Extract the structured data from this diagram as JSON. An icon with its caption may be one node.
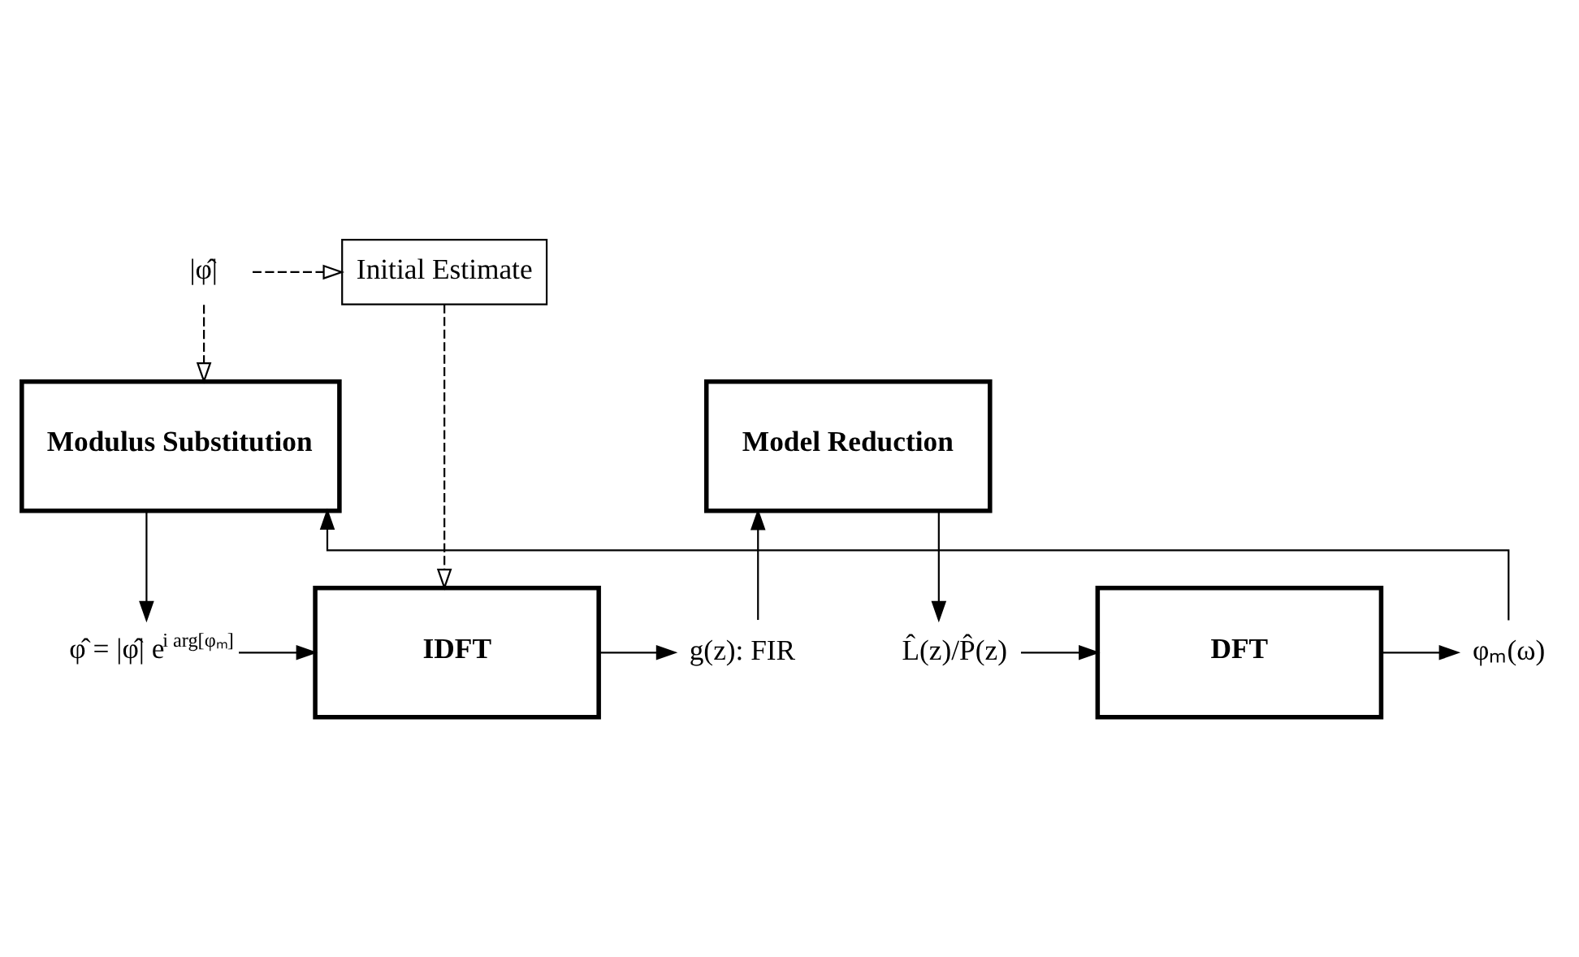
{
  "diagram": {
    "nodes": [
      {
        "text": [
          "|φ̂|"
        ]
      },
      {
        "text": [
          "Initial Estimate"
        ]
      },
      {
        "text": [
          "IDFT"
        ]
      },
      {
        "text": [
          "φ̂ = |φ̂| e$^{i arg[φₘ]}$"
        ]
      },
      {
        "text": [
          "g(z): FIR"
        ]
      },
      {
        "text": [
          "Modulus Substitution"
        ]
      },
      {
        "text": [
          "Model Reduction"
        ]
      },
      {
        "text": [
          "φₘ(ω)"
        ]
      },
      {
        "text": [
          "DFT"
        ]
      },
      {
        "text": [
          "L̂(z)/P̂(z)"
        ]
      }
    ],
    "edges": [
      {
        "from": 0,
        "to": 1,
        "arrow": "to",
        "style": "dashed"
      },
      {
        "from": 1,
        "to": 2,
        "arrow": "to",
        "style": "dashed"
      },
      {
        "from": 0,
        "to": 5,
        "arrow": "to",
        "style": "dashed"
      },
      {
        "from": 5,
        "to": 3,
        "arrow": "to"
      },
      {
        "from": 3,
        "to": 2,
        "arrow": "to"
      },
      {
        "from": 2,
        "to": 4,
        "arrow": "to"
      },
      {
        "from": 4,
        "to": 6,
        "arrow": "to"
      },
      {
        "from": 6,
        "to": 9,
        "arrow": "to"
      },
      {
        "from": 9,
        "to": 8,
        "arrow": "to"
      },
      {
        "from": 8,
        "to": 7,
        "arrow": "to"
      },
      {
        "from": 7,
        "to": 5,
        "arrow": "to"
      }
    ]
  }
}
